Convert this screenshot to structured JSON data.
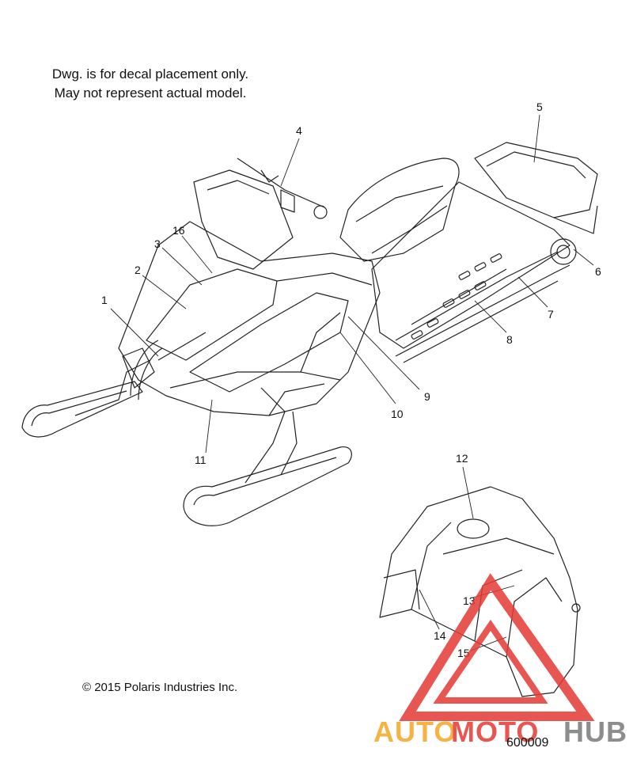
{
  "notes": {
    "line1": "Dwg. is for decal placement only.",
    "line2": "May not represent actual model."
  },
  "copyright": "© 2015 Polaris Industries Inc.",
  "drawing_number": "600009",
  "callouts": [
    "1",
    "2",
    "3",
    "4",
    "5",
    "6",
    "7",
    "8",
    "9",
    "10",
    "11",
    "12",
    "13",
    "14",
    "15",
    "16"
  ],
  "watermark": {
    "text_a": "AUTO",
    "text_b": "MOTO",
    "text_c": "HUB",
    "color_red": "#e53935",
    "color_orange": "#f5a623",
    "color_gray": "#7a7a7a"
  }
}
